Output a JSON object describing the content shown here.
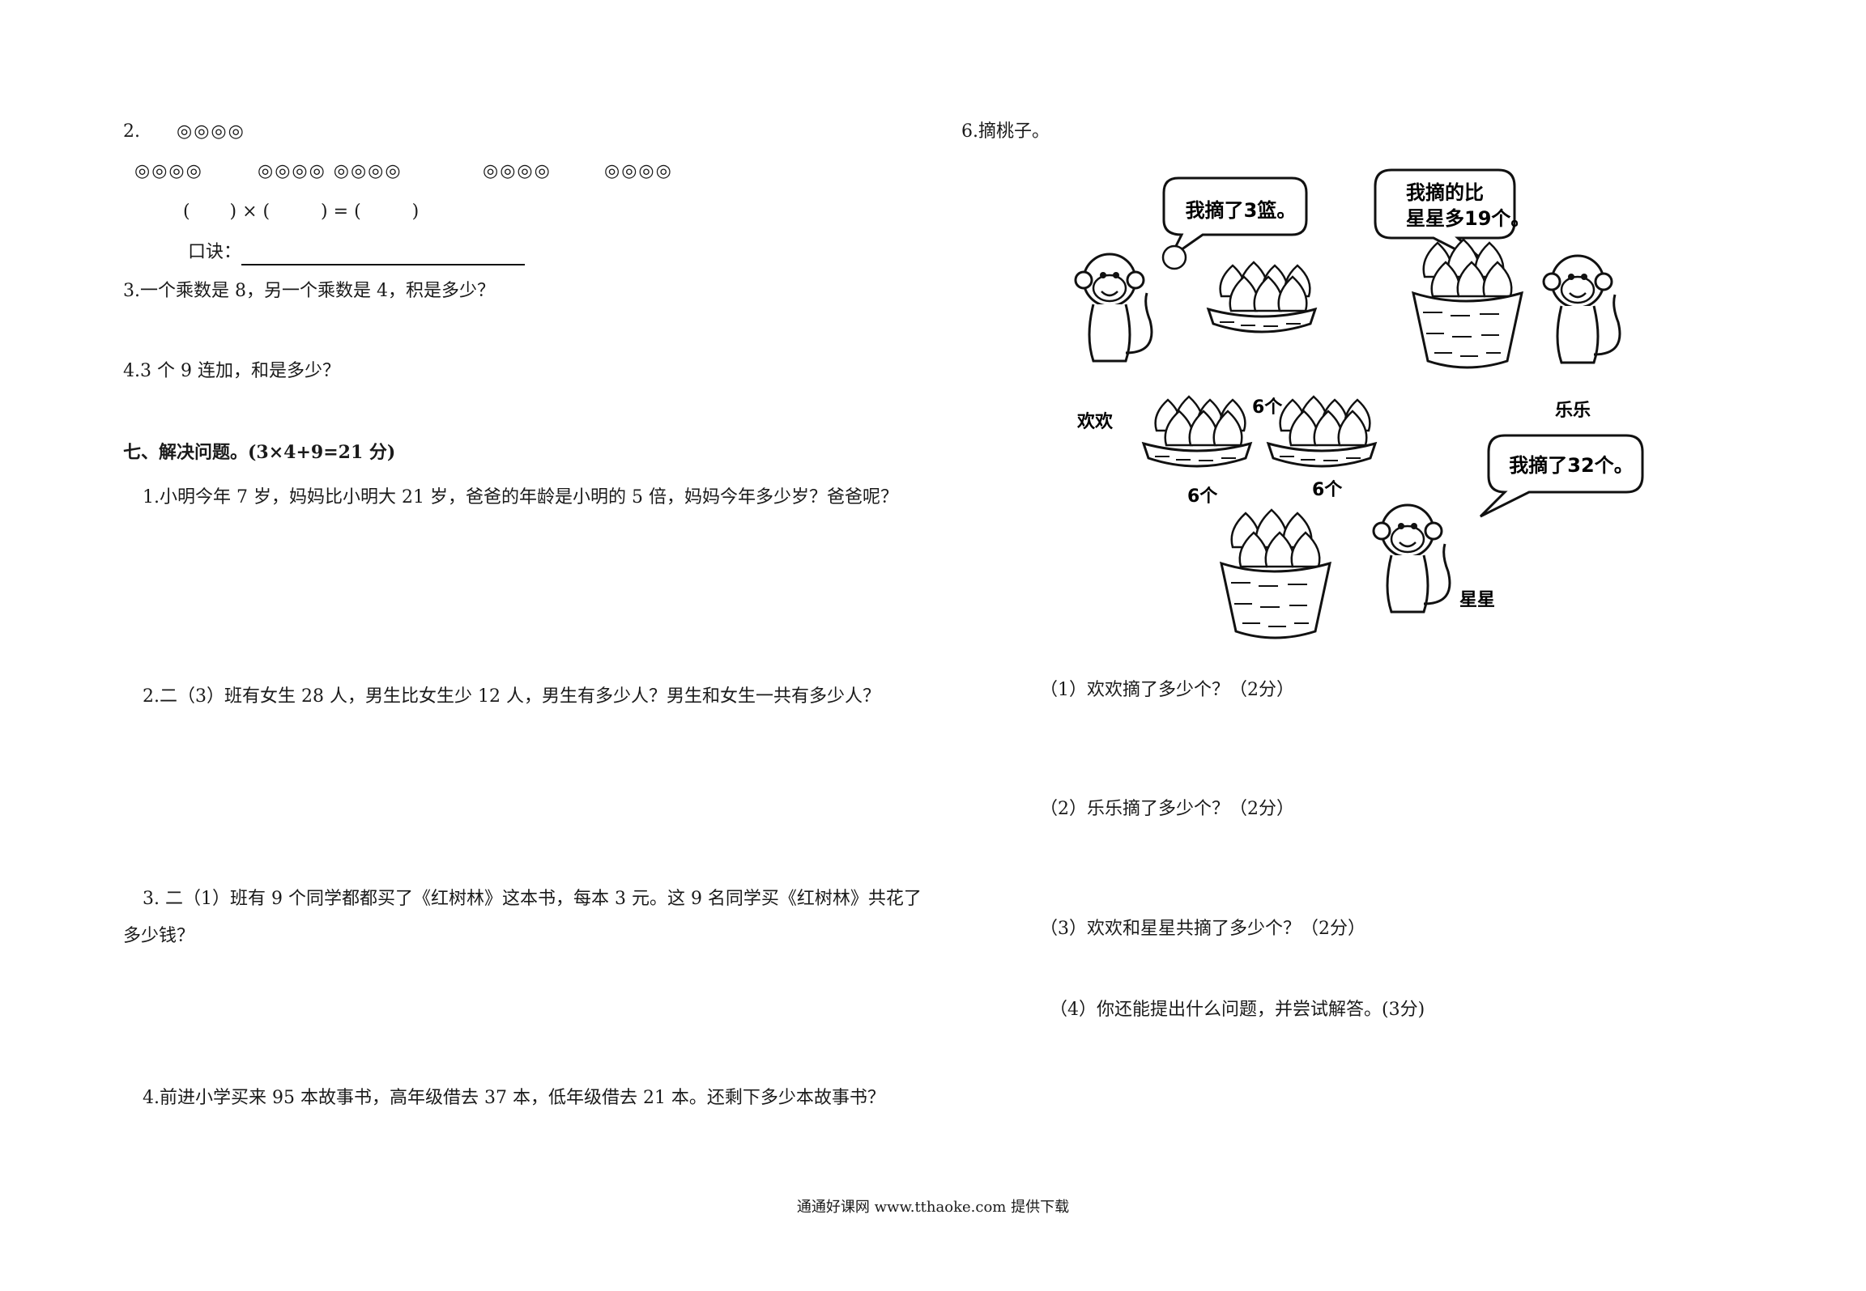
{
  "left": {
    "q2": {
      "num": "2.",
      "top_circles": "◎◎◎◎",
      "row_circles": [
        "◎◎◎◎",
        "◎◎◎◎ ◎◎◎◎",
        "◎◎◎◎",
        "◎◎◎◎"
      ],
      "equation": "(       ) × (         ) = (         )",
      "koujue": "口诀："
    },
    "q3": "3.一个乘数是 8，另一个乘数是 4，积是多少？",
    "q4": "4.3 个 9 连加，和是多少？",
    "section7": {
      "title": "七、解决问题。(3×4+9=21 分)",
      "p1": "1.小明今年 7 岁，妈妈比小明大 21 岁，爸爸的年龄是小明的 5 倍，妈妈今年多少岁？爸爸呢？",
      "p2": "2.二（3）班有女生 28 人，男生比女生少 12 人，男生有多少人？男生和女生一共有多少人？",
      "p3": "3. 二（1）班有 9 个同学都都买了《红树林》这本书，每本 3 元。这 9 名同学买《红树林》共花了多少钱？",
      "p4": "4.前进小学买来 95 本故事书，高年级借去 37 本，低年级借去 21 本。还剩下多少本故事书？"
    }
  },
  "right": {
    "q6_title": "6.摘桃子。",
    "illustration": {
      "bubble_huanhuan": "我摘了3篮。",
      "bubble_lele": [
        "我摘的比",
        "星星多19个。"
      ],
      "bubble_xingxing": "我摘了32个。",
      "name_huanhuan": "欢欢",
      "name_lele": "乐乐",
      "name_xingxing": "星星",
      "basket_labels": [
        "6个",
        "6个",
        "6个"
      ]
    },
    "sub1": "（1）欢欢摘了多少个？（2分）",
    "sub2": "（2）乐乐摘了多少个？（2分）",
    "sub3": "（3）欢欢和星星共摘了多少个？（2分）",
    "sub4": "（4）你还能提出什么问题，并尝试解答。(3分)"
  },
  "footer": "通通好课网  www.tthaoke.com  提供下载"
}
